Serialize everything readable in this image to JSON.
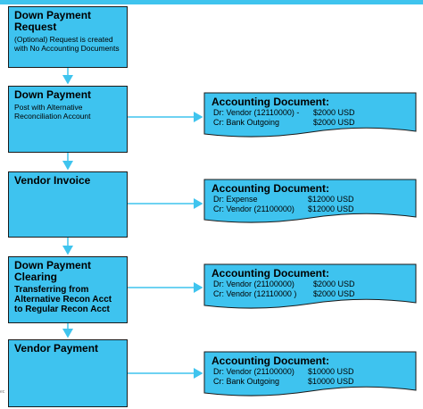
{
  "colors": {
    "box_fill": "#3ec3ef",
    "border": "#1a1a1a",
    "connector": "#3fc4ee"
  },
  "steps": [
    {
      "title": "Down Payment Request",
      "desc": "(Optional) Request is created with No Accounting Documents"
    },
    {
      "title": "Down Payment",
      "desc": "Post with Alternative Reconciliation Account"
    },
    {
      "title": "Vendor Invoice",
      "desc": ""
    },
    {
      "title": "Down Payment Clearing",
      "desc": "Transferring from Alternative Recon Acct to Regular Recon Acct"
    },
    {
      "title": "Vendor Payment",
      "desc": ""
    }
  ],
  "documents": [
    {
      "heading": "Accounting Document:",
      "lines": [
        {
          "label": "Dr: Vendor (12110000) -",
          "amount": "$2000 USD"
        },
        {
          "label": "Cr: Bank Outgoing",
          "amount": "$2000 USD"
        }
      ]
    },
    {
      "heading": "Accounting Document:",
      "lines": [
        {
          "label": "Dr: Expense",
          "amount": "$12000 USD"
        },
        {
          "label": "Cr: Vendor (21100000)",
          "amount": "$12000 USD"
        }
      ]
    },
    {
      "heading": "Accounting Document:",
      "lines": [
        {
          "label": "Dr: Vendor (21100000)",
          "amount": "$2000 USD"
        },
        {
          "label": "Cr: Vendor (12110000 )",
          "amount": "$2000 USD"
        }
      ]
    },
    {
      "heading": "Accounting Document:",
      "lines": [
        {
          "label": "Dr: Vendor (21100000)",
          "amount": "$10000 USD"
        },
        {
          "label": "Cr: Bank Outgoing",
          "amount": "$10000 USD"
        }
      ]
    }
  ],
  "edge_mark": "ec"
}
